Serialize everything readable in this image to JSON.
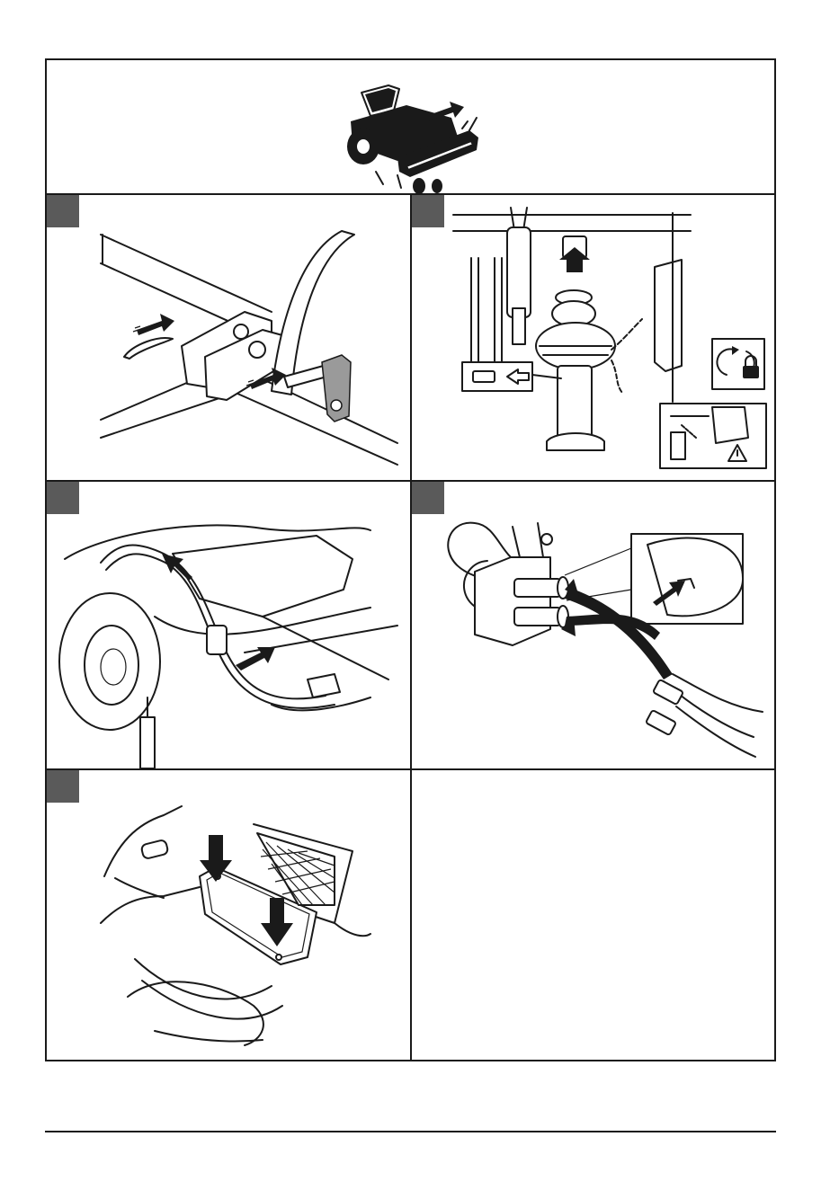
{
  "page": {
    "step_count": 5,
    "colors": {
      "line": "#1a1a1a",
      "badge": "#5a5a5a",
      "background": "#ffffff"
    }
  },
  "header": {
    "illustration": "riding-mower-with-front-attachment"
  },
  "steps": [
    {
      "illustration": "attachment-pin-and-hair-pin"
    },
    {
      "illustration": "pto-shaft-connection",
      "icons": [
        "rotation-lock-icon",
        "warning-icon"
      ]
    },
    {
      "illustration": "hydraulic-hose-routing"
    },
    {
      "illustration": "hydraulic-quick-couplers"
    },
    {
      "illustration": "floor-cover-screws"
    }
  ]
}
